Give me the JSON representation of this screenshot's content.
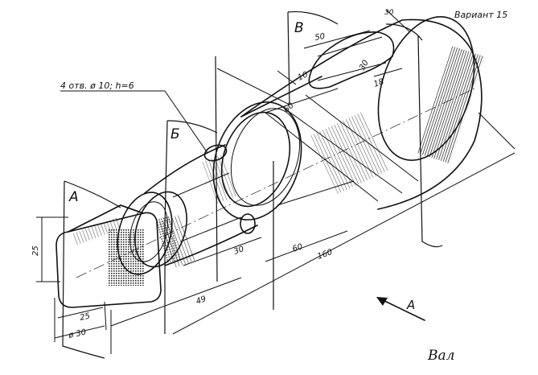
{
  "header": {
    "variant": "Вариант 15"
  },
  "caption": {
    "part_name": "Вал"
  },
  "view_arrow": {
    "label": "А"
  },
  "sections": {
    "a": "А",
    "b": "Б",
    "v": "В"
  },
  "note": {
    "holes": "4 отв. ø 10; h=6"
  },
  "dimensions": {
    "d25_left": "25",
    "d25_bottom": "25",
    "d30": "ø 30",
    "d49": "49",
    "d30_mid": "30",
    "d60": "60",
    "d160": "160",
    "d50_top": "50",
    "d30_top": "30",
    "d10_top": "10",
    "d18": "18",
    "d30_slot": "30",
    "d60_small": "60"
  }
}
